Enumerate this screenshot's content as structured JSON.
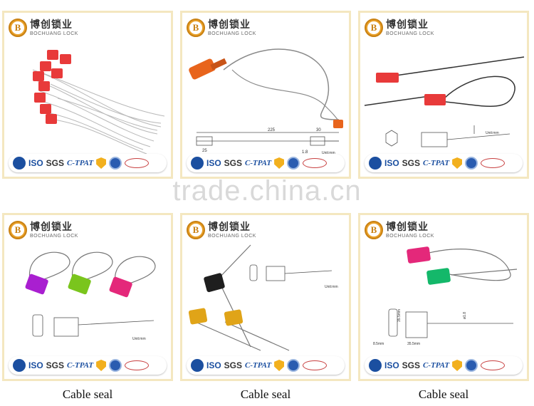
{
  "brand": {
    "logo_letter": "B",
    "name_cn": "博创锁业",
    "name_en": "BOCHUANG LOCK"
  },
  "certifications": {
    "iso": "ISO",
    "sgs": "SGS",
    "ctpat": "C-TPAT"
  },
  "watermark": "trade.china.cn",
  "drawing_labels": {
    "p2": {
      "len": "225",
      "w1": "25",
      "w2": "30",
      "dia": "1.8",
      "unit": "Unit:mm"
    },
    "p3": {
      "unit": "Unit:mm"
    },
    "p4": {
      "unit": "Unit:mm"
    },
    "p5": {
      "unit": "Unit:mm"
    },
    "p6": {
      "d1": "8.5mm",
      "d2": "35.5mm",
      "d3": "35.5mm",
      "d4": "ø1.8"
    }
  },
  "captions": [
    "Cable seal",
    "Cable seal",
    "Cable seal"
  ],
  "colors": {
    "red_seal": "#e83a3a",
    "orange_seal": "#e8641c",
    "purple_seal": "#a91fd0",
    "green_seal": "#7ac51d",
    "pink_seal": "#e4287a",
    "black_seal": "#1e1e1e",
    "gold_seal": "#e0a418",
    "teal_seal": "#14b86a"
  }
}
